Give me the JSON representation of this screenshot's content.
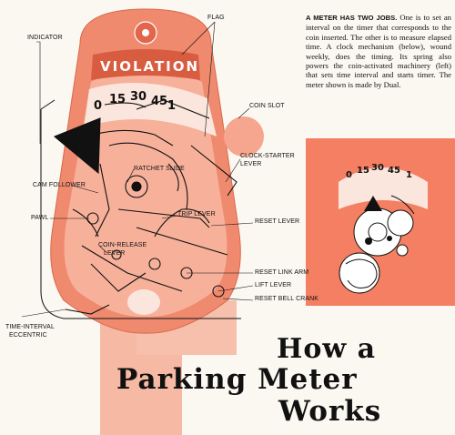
{
  "article": {
    "intro_heading": "A METER HAS TWO JOBS.",
    "intro_body": "One is to set an interval on the timer that corresponds to the coin inserted. The other is to measure elapsed time. A clock mechanism (below), wound weekly, does the timing. Its spring also powers the coin-activated machinery (left) that sets time interval and starts timer. The meter shown is made by Dual.",
    "title_line_1": "How a",
    "title_line_2": "Parking Meter",
    "title_line_3": "Works"
  },
  "meter": {
    "flag_text": "VIOLATION",
    "dial_numbers": [
      "0",
      "15",
      "30",
      "45",
      "1"
    ],
    "small_dial_numbers": [
      "0",
      "15",
      "30",
      "45",
      "1"
    ]
  },
  "callouts": {
    "indicator": "INDICATOR",
    "flag": "FLAG",
    "coin_slot": "COIN SLOT",
    "clock_starter_lever_1": "CLOCK-STARTER",
    "clock_starter_lever_2": "LEVER",
    "ratchet_slide": "RATCHET SLIDE",
    "cam_follower": "CAM FOLLOWER",
    "trip_lever": "TRIP LEVER",
    "pawl": "PAWL",
    "reset_lever": "RESET LEVER",
    "coin_release_lever_1": "COIN-RELEASE",
    "coin_release_lever_2": "LEVER",
    "reset_link_arm": "RESET LINK ARM",
    "lift_lever": "LIFT LEVER",
    "reset_bell_crank": "RESET BELL CRANK",
    "time_interval_eccentric_1": "TIME-INTERVAL",
    "time_interval_eccentric_2": "ECCENTRIC"
  },
  "colors": {
    "meter_body": "#f08a6e",
    "meter_dark": "#e06a4e",
    "accent": "#e8583c",
    "ink": "#111111",
    "paper": "#fbf8f1"
  }
}
